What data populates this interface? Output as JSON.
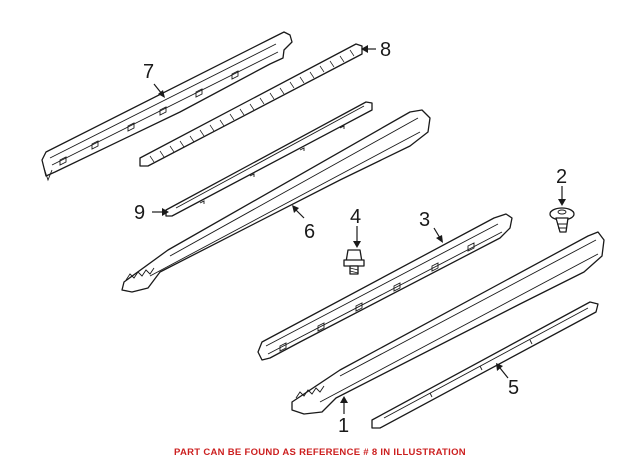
{
  "callouts": [
    {
      "id": "1",
      "label": "1"
    },
    {
      "id": "2",
      "label": "2"
    },
    {
      "id": "3",
      "label": "3"
    },
    {
      "id": "4",
      "label": "4"
    },
    {
      "id": "5",
      "label": "5"
    },
    {
      "id": "6",
      "label": "6"
    },
    {
      "id": "7",
      "label": "7"
    },
    {
      "id": "8",
      "label": "8"
    },
    {
      "id": "9",
      "label": "9"
    }
  ],
  "caption": {
    "text": "PART CAN BE FOUND AS REFERENCE # 8 IN ILLUSTRATION",
    "color": "#cc1f1f"
  }
}
